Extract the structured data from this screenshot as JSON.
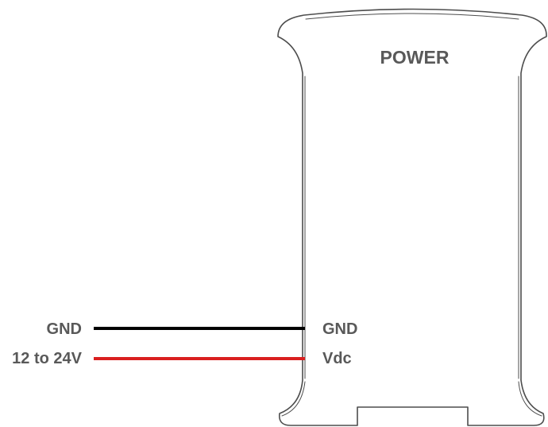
{
  "module": {
    "title": "POWER",
    "terminals": [
      {
        "label": "GND"
      },
      {
        "label": "Vdc"
      }
    ]
  },
  "wires": [
    {
      "label": "GND",
      "color": "#000000"
    },
    {
      "label": "12 to 24V",
      "color": "#d91f1f"
    }
  ],
  "colors": {
    "outline": "#4d4d4d",
    "text": "#595959"
  }
}
